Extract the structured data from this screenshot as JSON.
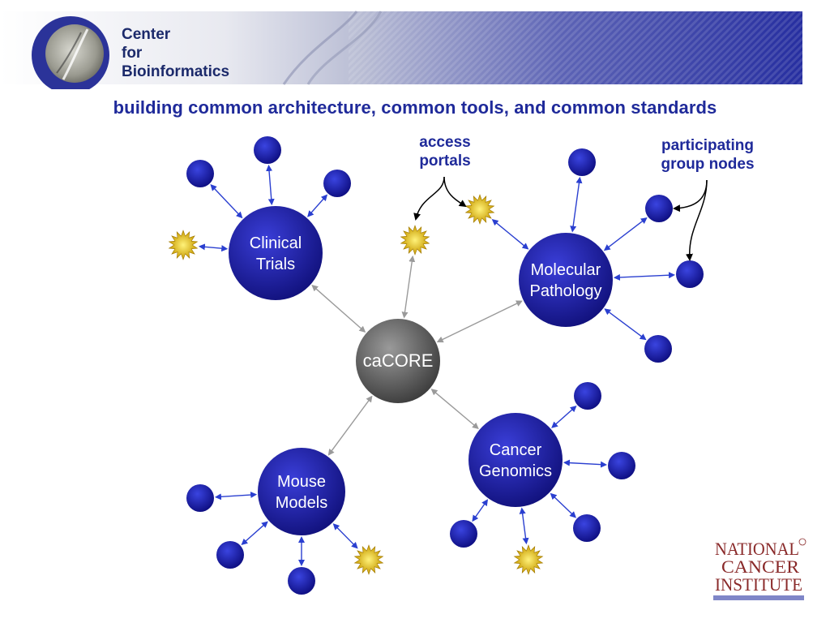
{
  "header": {
    "title_lines": [
      "Center",
      "for",
      "Bioinformatics"
    ]
  },
  "tagline": "building common architecture, common tools, and common standards",
  "callouts": {
    "access_portals": [
      "access",
      "portals"
    ],
    "participating_nodes": [
      "participating",
      "group nodes"
    ]
  },
  "hubs": {
    "core": "caCORE",
    "clinical": [
      "Clinical",
      "Trials"
    ],
    "molecular": [
      "Molecular",
      "Pathology"
    ],
    "mouse": [
      "Mouse",
      "Models"
    ],
    "cancer": [
      "Cancer",
      "Genomics"
    ]
  },
  "colors": {
    "hub_blue": "#1a1aa8",
    "node_blue": "#1f22b8",
    "core_gray": "#6f6f6f",
    "star_gold": "#e0b000",
    "text_blue": "#1f2a9a",
    "link_gray": "#9a9a9a",
    "link_blue": "#2a3fd0"
  },
  "logo": {
    "nci_lines": [
      "NATIONAL",
      "CANCER",
      "INSTITUTE"
    ]
  }
}
